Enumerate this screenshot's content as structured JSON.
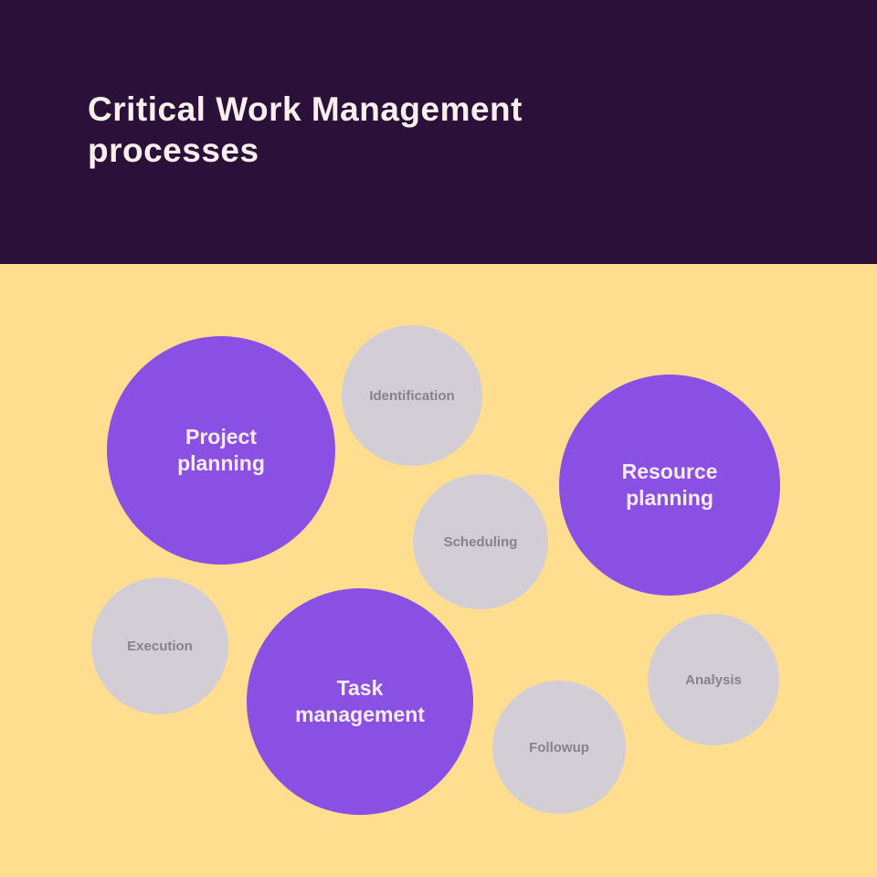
{
  "header": {
    "title": "Critical Work Management processes"
  },
  "colors": {
    "header_bg": "#2B1139",
    "canvas_bg": "#FFDE90",
    "primary_bubble": "#8A50E4",
    "secondary_bubble": "#D3CED6",
    "primary_bubble_text": "#F5ECF7",
    "secondary_bubble_text": "#87818F",
    "title_text": "#FBEFEE"
  },
  "diagram": {
    "type": "bubble-diagram",
    "bubbles": [
      {
        "id": "project-planning",
        "label": "Project planning",
        "emphasis": "primary"
      },
      {
        "id": "identification",
        "label": "Identification",
        "emphasis": "secondary"
      },
      {
        "id": "resource-planning",
        "label": "Resource planning",
        "emphasis": "primary"
      },
      {
        "id": "scheduling",
        "label": "Scheduling",
        "emphasis": "secondary"
      },
      {
        "id": "execution",
        "label": "Execution",
        "emphasis": "secondary"
      },
      {
        "id": "task-management",
        "label": "Task management",
        "emphasis": "primary"
      },
      {
        "id": "analysis",
        "label": "Analysis",
        "emphasis": "secondary"
      },
      {
        "id": "followup",
        "label": "Followup",
        "emphasis": "secondary"
      }
    ]
  }
}
